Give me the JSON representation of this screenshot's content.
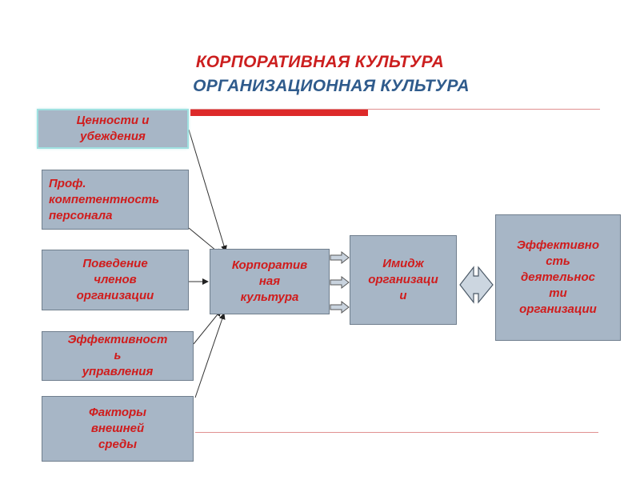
{
  "title": {
    "line1": "КОРПОРАТИВНАЯ КУЛЬТУРА",
    "line2": "ОРГАНИЗАЦИОННАЯ КУЛЬТУРА"
  },
  "boxes": {
    "values": "Ценности и\nубеждения",
    "competence": "Проф.\nкомпетентность\nперсонала",
    "behavior": "Поведение\nчленов\nорганизации",
    "management_efficiency": "Эффективност\nь\nуправления",
    "external_factors": "Факторы\nвнешней\nсреды",
    "corporate_culture": "Корпоратив\nная\nкультура",
    "image": "Имидж\nорганизаци\nи",
    "efficiency": "Эффективно\nсть\nдеятельнос\nти\nорганизации"
  },
  "colors": {
    "title_red": "#cc1f1f",
    "title_blue": "#2f5b8c",
    "box_fill": "#a7b6c6",
    "box_text": "#d01c1c",
    "accent_red": "#dd2a2a"
  }
}
